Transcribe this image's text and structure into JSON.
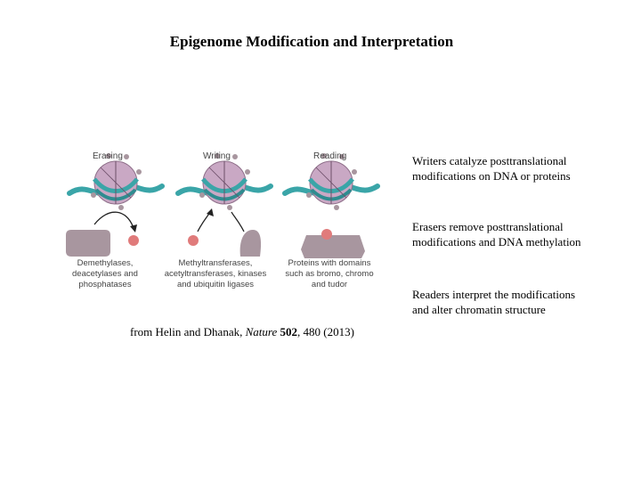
{
  "title": "Epigenome Modification and Interpretation",
  "figure": {
    "columns": [
      {
        "heading": "Erasing",
        "caption": [
          "Demethylases,",
          "deacetylases and",
          "phosphatases"
        ]
      },
      {
        "heading": "Writing",
        "caption": [
          "Methyltransferases,",
          "acetyltransferases, kinases",
          "and ubiquitin ligases"
        ]
      },
      {
        "heading": "Reading",
        "caption": [
          "Proteins with domains",
          "such as bromo, chromo",
          "and tudor"
        ]
      }
    ],
    "colors": {
      "histone": "#c9a8c4",
      "dna": "#3aa5a8",
      "enzyme": "#a8969f",
      "mark": "#e07b7b"
    }
  },
  "notes": [
    {
      "line1": "Writers catalyze posttranslational",
      "line2": "modifications on DNA or proteins"
    },
    {
      "line1": "Erasers remove posttranslational",
      "line2": "modifications and DNA methylation"
    },
    {
      "line1": "Readers interpret the modifications",
      "line2": "and alter chromatin structure"
    }
  ],
  "credit": {
    "prefix": "from Helin and Dhanak, ",
    "journal": "Nature",
    "volume": "502",
    "suffix": ", 480 (2013)"
  }
}
